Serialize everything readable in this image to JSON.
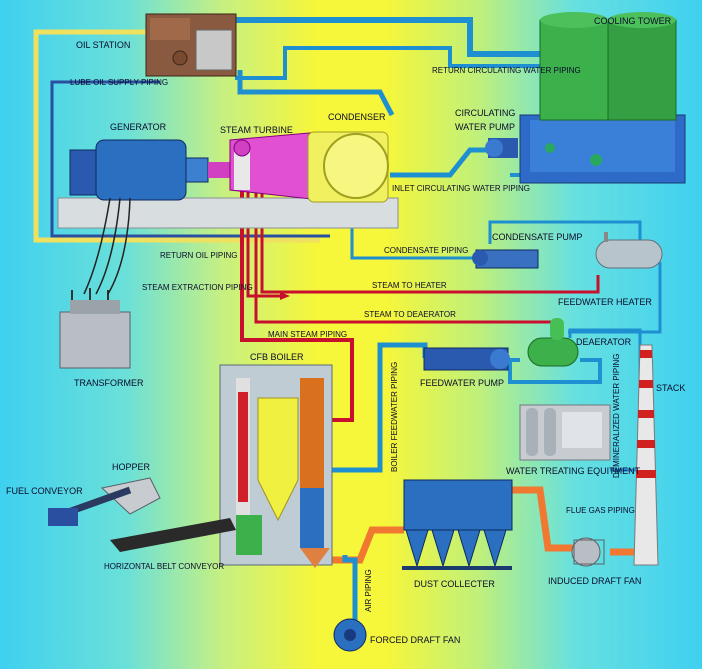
{
  "labels": {
    "oil_station": "OIL STATION",
    "cooling_tower": "COOLING TOWER",
    "lube_oil_supply_piping": "LUBE OIL SUPPLY PIPING",
    "return_circulating_water_piping": "RETURN CIRCULATING WATER PIPING",
    "generator": "GENERATOR",
    "steam_turbine": "STEAM TURBINE",
    "condenser": "CONDENSER",
    "circulating_water_pump": "CIRCULATING\nWATER PUMP",
    "inlet_circulating_water_piping": "INLET CIRCULATING WATER PIPING",
    "return_oil_piping": "RETURN OIL PIPING",
    "condensate_piping": "CONDENSATE PIPING",
    "condensate_pump": "CONDENSATE PUMP",
    "steam_to_heater": "STEAM TO HEATER",
    "steam_extraction_piping": "STEAM EXTRACTION PIPING",
    "feedwater_heater": "FEEDWATER HEATER",
    "steam_to_deaerator": "STEAM TO DEAERATOR",
    "main_steam_piping": "MAIN STEAM PIPING",
    "deaerator": "DEAERATOR",
    "transformer": "TRANSFORMER",
    "cfb_boiler": "CFB BOILER",
    "feedwater_pump": "FEEDWATER PUMP",
    "stack": "STACK",
    "boiler_feedwater_piping": "BOILER FEEDWATER PIPING",
    "demineralized_water_piping": "DEMINERALIZED WATER PIPING",
    "water_treating_equipment": "WATER TREATING EQUITMENT",
    "hopper": "HOPPER",
    "fuel_conveyor": "FUEL CONVEYOR",
    "flue_gas_piping": "FLUE GAS PIPING",
    "horizontal_belt_conveyor": "HORIZONTAL BELT CONVEYOR",
    "dust_collecter": "DUST COLLECTER",
    "induced_draft_fan": "INDUCED DRAFT FAN",
    "air_piping": "AIR PIPING",
    "forced_draft_fan": "FORCED DRAFT FAN"
  },
  "colors": {
    "water_pipe": "#1e8fd0",
    "oil_pipe": "#f0e060",
    "steam_pipe": "#c8102e",
    "flue_gas_pipe": "#f07830",
    "equipment_blue": "#2a6fc0",
    "equipment_green": "#3cb04a"
  }
}
